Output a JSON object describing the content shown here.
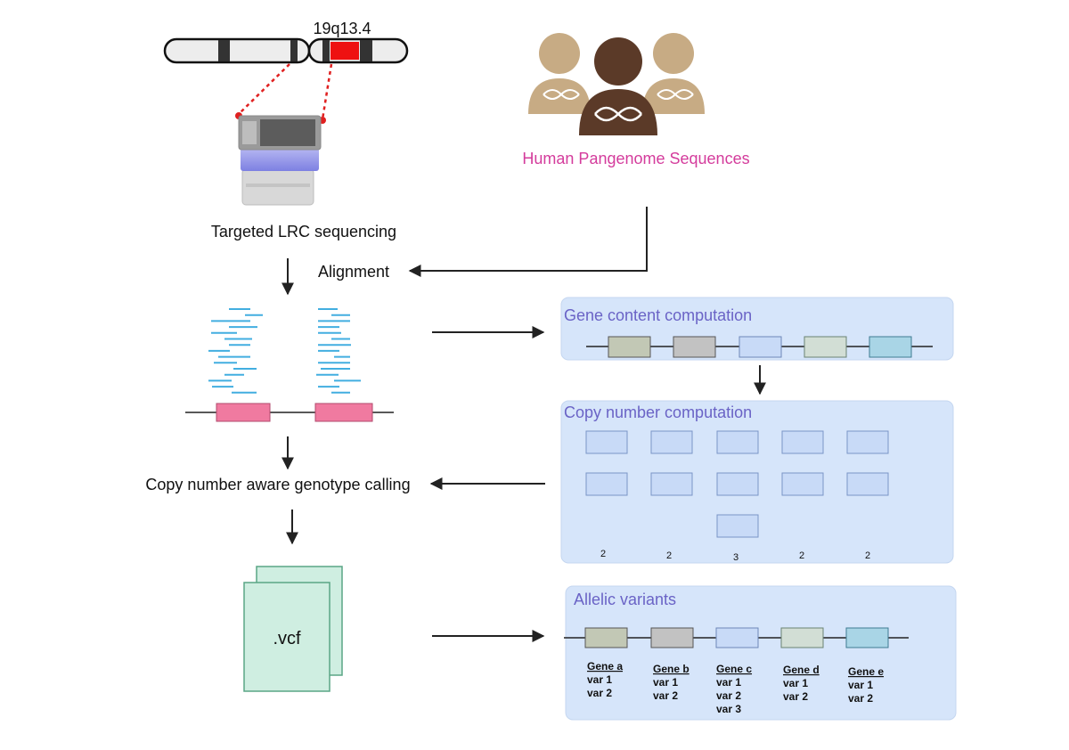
{
  "chromosome": {
    "band_label": "19q13.4"
  },
  "sequencer": {
    "label": "Targeted LRC sequencing"
  },
  "pangenome": {
    "label": "Human Pangenome Sequences",
    "label_color": "#d43c9c"
  },
  "steps": {
    "alignment": "Alignment",
    "genotype_calling": "Copy number aware genotype calling"
  },
  "vcf": {
    "label": ".vcf"
  },
  "gene_content": {
    "title": "Gene content computation"
  },
  "copy_number": {
    "title": "Copy number computation",
    "counts": [
      "2",
      "2",
      "3",
      "2",
      "2"
    ]
  },
  "allelic": {
    "title": "Allelic variants",
    "genes": [
      {
        "name": "Gene a",
        "vars": [
          "var 1",
          "var 2"
        ]
      },
      {
        "name": "Gene b",
        "vars": [
          "var 1",
          "var 2"
        ]
      },
      {
        "name": "Gene c",
        "vars": [
          "var 1",
          "var 2",
          "var 3"
        ]
      },
      {
        "name": "Gene d",
        "vars": [
          "var 1",
          "var 2"
        ]
      },
      {
        "name": "Gene e",
        "vars": [
          "var 1",
          "var 2"
        ]
      }
    ]
  },
  "colors": {
    "panel_bg": "#d6e5fa",
    "panel_title": "#6a63c6",
    "gene_1": "#c2c8b5",
    "gene_2": "#c2c2c2",
    "gene_3": "#c8daf7",
    "gene_4": "#d2ded5",
    "gene_5": "#a9d5e6",
    "exon": "#f07aa0",
    "read": "#42aee0",
    "vcf": "#cfeee1"
  },
  "icons": [
    "chromosome-icon",
    "sequencer-icon",
    "people-dna-icon",
    "document-icon"
  ]
}
